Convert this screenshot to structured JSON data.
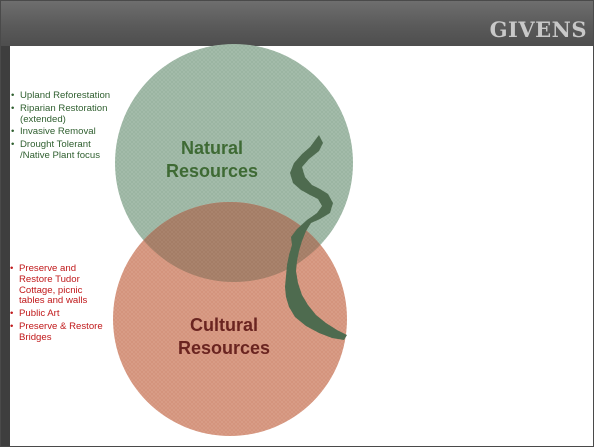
{
  "header": {
    "title": "GIVENS"
  },
  "colors": {
    "header_bg": "#5a5a5a",
    "header_text": "#c8c8c8",
    "natural_circle": "#9bb5a2",
    "cultural_circle": "#d4947d",
    "overlap": "#a07a63",
    "creek": "#4e6b4f",
    "natural_text": "#2f5f2f",
    "cultural_text": "#c0181a"
  },
  "natural_list": [
    "Upland Reforestation",
    "Riparian Restoration (extended)",
    "Invasive Removal",
    "Drought Tolerant /Native Plant focus"
  ],
  "cultural_list": [
    "Preserve and Restore Tudor Cottage, picnic tables and walls",
    "Public Art",
    "Preserve & Restore Bridges"
  ],
  "venn": {
    "natural_label_line1": "Natural",
    "natural_label_line2": "Resources",
    "cultural_label_line1": "Cultural",
    "cultural_label_line2": "Resources"
  },
  "icons": {
    "creek": "creek-shape"
  }
}
